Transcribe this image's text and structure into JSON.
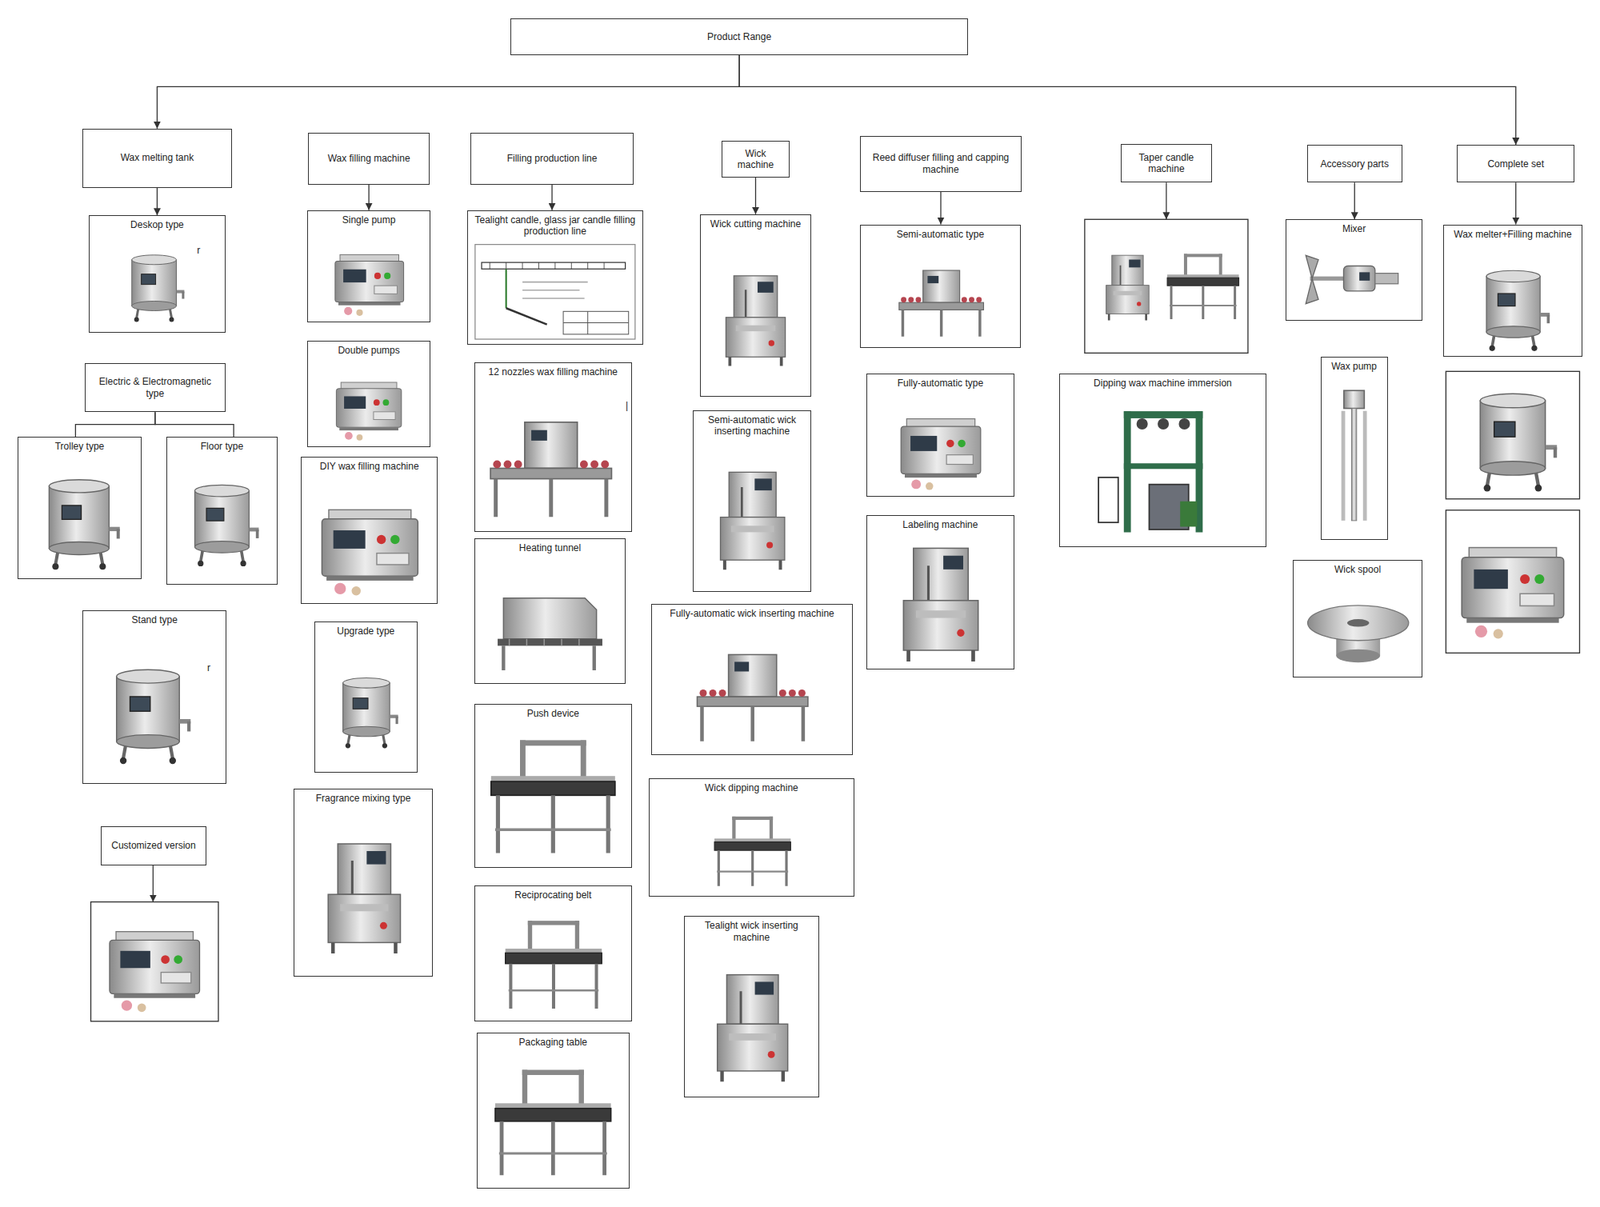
{
  "diagram": {
    "nodes": [
      {
        "text": [
          "Product Range"
        ]
      },
      {
        "text": [
          "Wax melting tank"
        ]
      },
      {
        "text": [
          "Wax filling machine"
        ]
      },
      {
        "text": [
          "Filling production line"
        ]
      },
      {
        "text": [
          "Wick machine"
        ]
      },
      {
        "text": [
          "Reed diffuser filling and capping machine"
        ]
      },
      {
        "text": [
          "Taper candle machine"
        ]
      },
      {
        "text": [
          "Accessory parts"
        ]
      },
      {
        "text": [
          "Complete set"
        ]
      },
      {
        "text": [
          "Deskop type"
        ]
      },
      {
        "text": [
          "Electric & Electromagnetic type"
        ]
      },
      {
        "text": [
          "Trolley type"
        ]
      },
      {
        "text": [
          "Floor type"
        ]
      },
      {
        "text": [
          "Stand type"
        ]
      },
      {
        "text": [
          "Customized version"
        ]
      },
      {
        "text": [
          "Single pump"
        ]
      },
      {
        "text": [
          "Double pumps"
        ]
      },
      {
        "text": [
          "DIY wax filling machine"
        ]
      },
      {
        "text": [
          "Upgrade type"
        ]
      },
      {
        "text": [
          "Fragrance mixing type"
        ]
      },
      {
        "text": [
          "Tealight candle, glass jar candle filling production line"
        ]
      },
      {
        "text": [
          "12 nozzles wax filling machine"
        ]
      },
      {
        "text": [
          "Heating tunnel"
        ]
      },
      {
        "text": [
          "Push device"
        ]
      },
      {
        "text": [
          "Reciprocating belt"
        ]
      },
      {
        "text": [
          "Packaging table"
        ]
      },
      {
        "text": [
          "Wick cutting machine"
        ]
      },
      {
        "text": [
          "Semi-automatic wick inserting machine"
        ]
      },
      {
        "text": [
          "Fully-automatic wick inserting machine"
        ]
      },
      {
        "text": [
          "Wick dipping machine"
        ]
      },
      {
        "text": [
          "Tealight wick inserting machine"
        ]
      },
      {
        "text": [
          "Semi-automatic type"
        ]
      },
      {
        "text": [
          "Fully-automatic type"
        ]
      },
      {
        "text": [
          "Labeling machine"
        ]
      },
      {
        "text": [
          "Dipping wax machine immersion"
        ]
      },
      {
        "text": [
          "Mixer"
        ]
      },
      {
        "text": [
          "Wax pump"
        ]
      },
      {
        "text": [
          "Wick spool"
        ]
      },
      {
        "text": [
          "Wax melter+Filling machine"
        ]
      }
    ],
    "edges": [
      {
        "from": 0,
        "to": 1,
        "arrow": "to"
      },
      {
        "from": 0,
        "to": 8,
        "arrow": "to"
      },
      {
        "from": 1,
        "to": 9,
        "arrow": "to"
      },
      {
        "from": 2,
        "to": 15,
        "arrow": "to"
      },
      {
        "from": 3,
        "to": 20,
        "arrow": "to"
      },
      {
        "from": 4,
        "to": 26,
        "arrow": "to"
      },
      {
        "from": 5,
        "to": 31,
        "arrow": "to"
      },
      {
        "from": 7,
        "to": 35,
        "arrow": "to"
      },
      {
        "from": 8,
        "to": 38,
        "arrow": "to"
      },
      {
        "from": 10,
        "to": 11,
        "arrow": "none"
      },
      {
        "from": 10,
        "to": 12,
        "arrow": "none"
      }
    ],
    "labels": [
      "r",
      "r",
      "|"
    ]
  }
}
